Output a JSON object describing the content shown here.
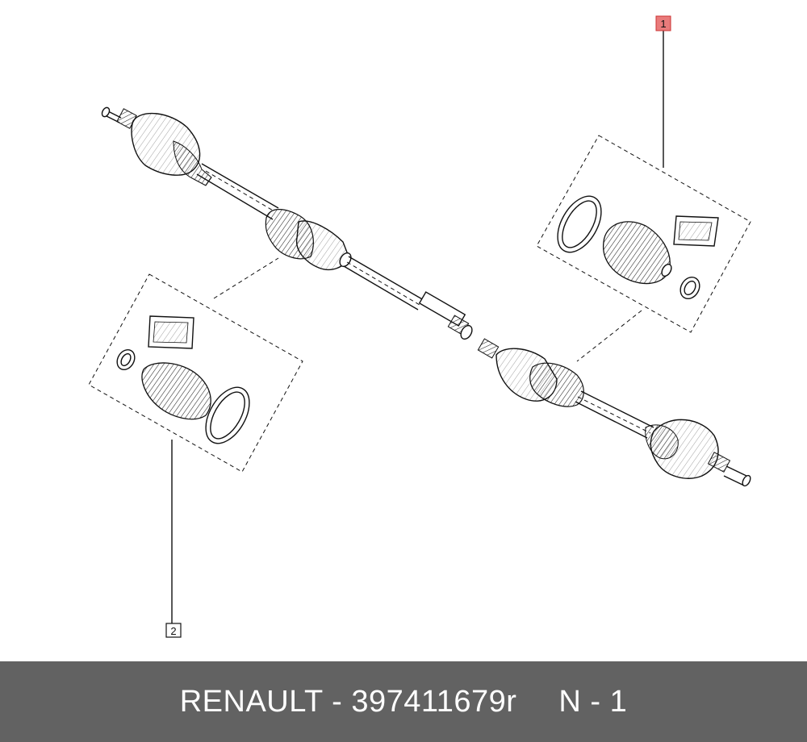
{
  "callouts": [
    {
      "number": "1",
      "highlight_color": "#e97b7b"
    },
    {
      "number": "2",
      "highlight_color": "#ffffff"
    }
  ],
  "footer": {
    "brand": "RENAULT",
    "separator": " - ",
    "part_number": "397411679r",
    "note": "N - 1",
    "background_color": "#626262",
    "text_color": "#ffffff"
  }
}
